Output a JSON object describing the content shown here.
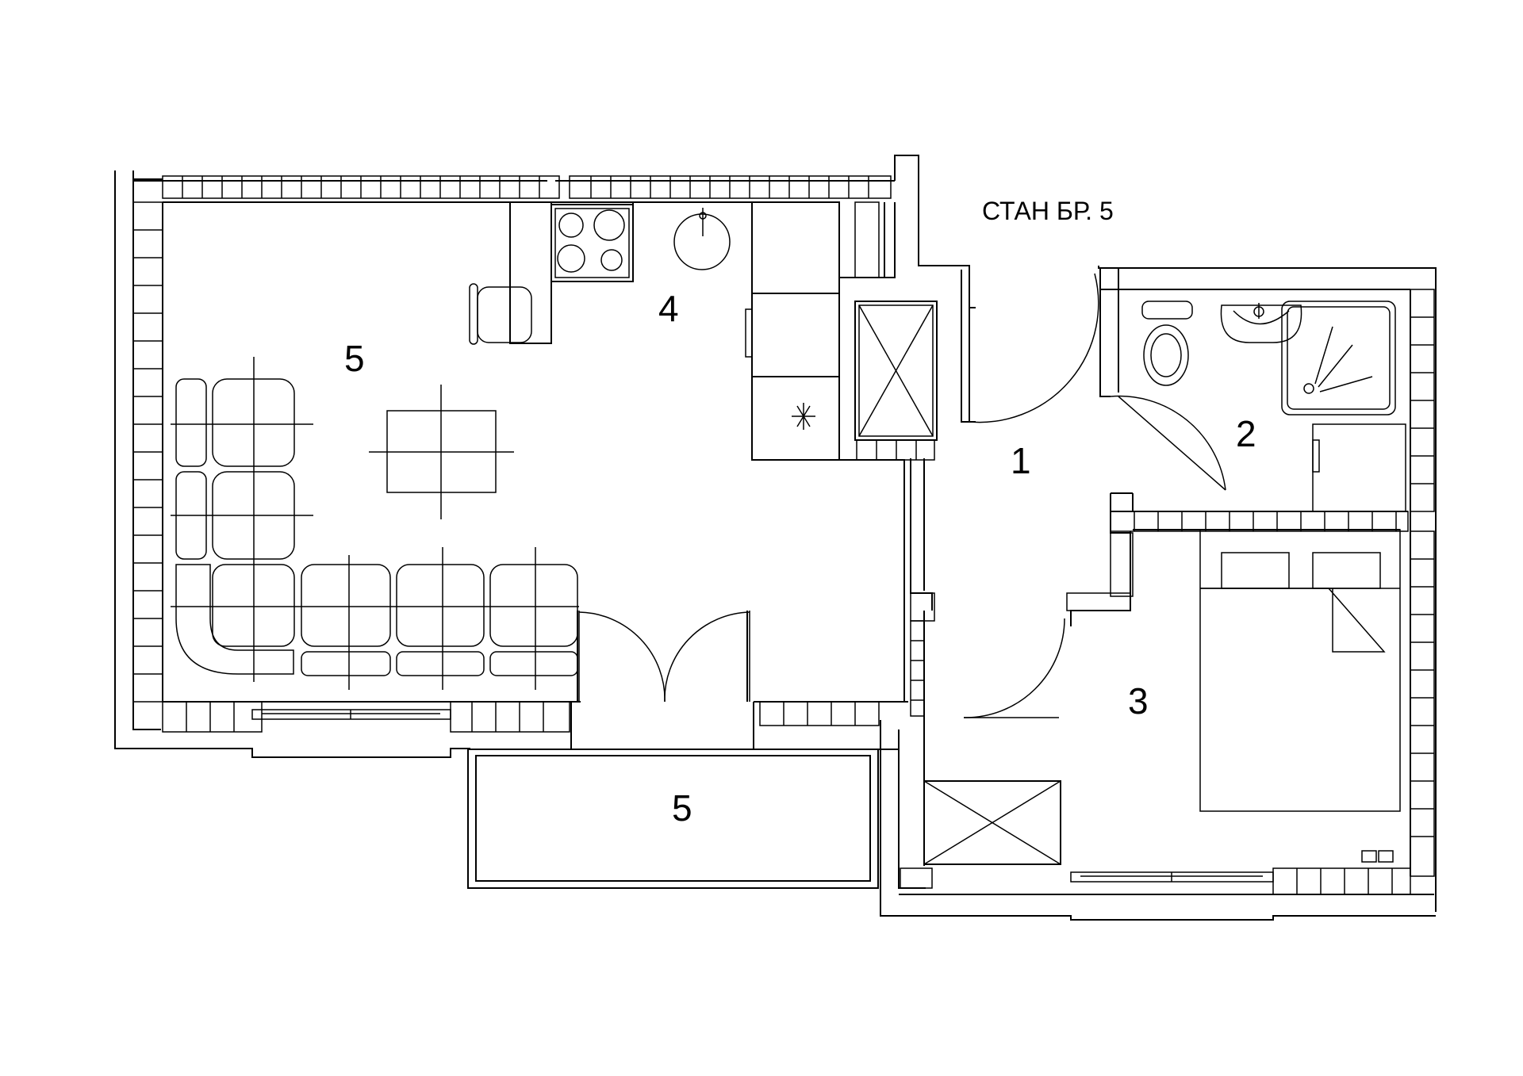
{
  "title": "СТАН БР. 5",
  "rooms": [
    {
      "id": "living",
      "label": "5"
    },
    {
      "id": "kitchen",
      "label": "4"
    },
    {
      "id": "hall",
      "label": "1"
    },
    {
      "id": "bathroom",
      "label": "2"
    },
    {
      "id": "bedroom",
      "label": "3"
    },
    {
      "id": "terrace",
      "label": "5"
    }
  ],
  "colors": {
    "line": "#000000",
    "background": "#ffffff"
  }
}
